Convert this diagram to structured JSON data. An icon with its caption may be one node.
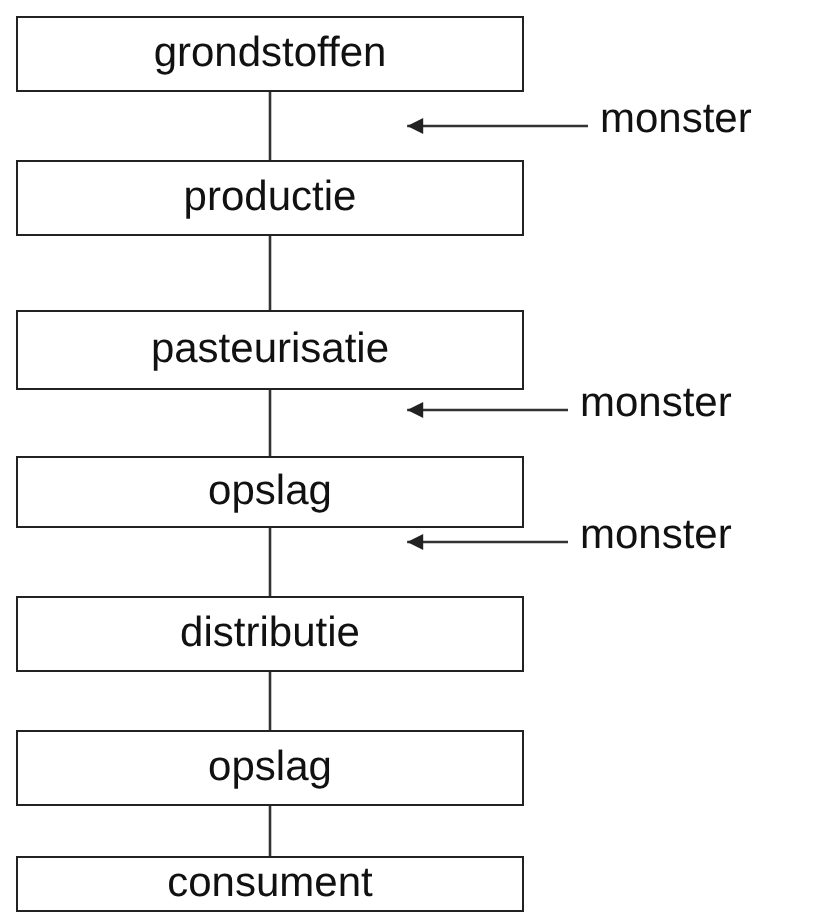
{
  "diagram": {
    "nodes": [
      {
        "text": [
          "grondstoffen"
        ]
      },
      {
        "text": [
          "monster"
        ]
      },
      {
        "text": [
          "productie"
        ]
      },
      {
        "text": [
          "pasteurisatie"
        ]
      },
      {
        "text": [
          "monster"
        ]
      },
      {
        "text": [
          "opslag"
        ]
      },
      {
        "text": [
          "monster"
        ]
      },
      {
        "text": [
          "distributie"
        ]
      },
      {
        "text": [
          "opslag"
        ]
      },
      {
        "text": [
          "consument"
        ]
      }
    ],
    "edges": [
      {
        "from": 0,
        "to": 2,
        "arrow": "none"
      },
      {
        "from": 1,
        "to": 0,
        "arrow": "to"
      },
      {
        "from": 2,
        "to": 3,
        "arrow": "none"
      },
      {
        "from": 3,
        "to": 5,
        "arrow": "none"
      },
      {
        "from": 4,
        "to": 3,
        "arrow": "to"
      },
      {
        "from": 5,
        "to": 7,
        "arrow": "none"
      },
      {
        "from": 6,
        "to": 5,
        "arrow": "to"
      },
      {
        "from": 7,
        "to": 8,
        "arrow": "none"
      },
      {
        "from": 8,
        "to": 9,
        "arrow": "none"
      }
    ]
  }
}
